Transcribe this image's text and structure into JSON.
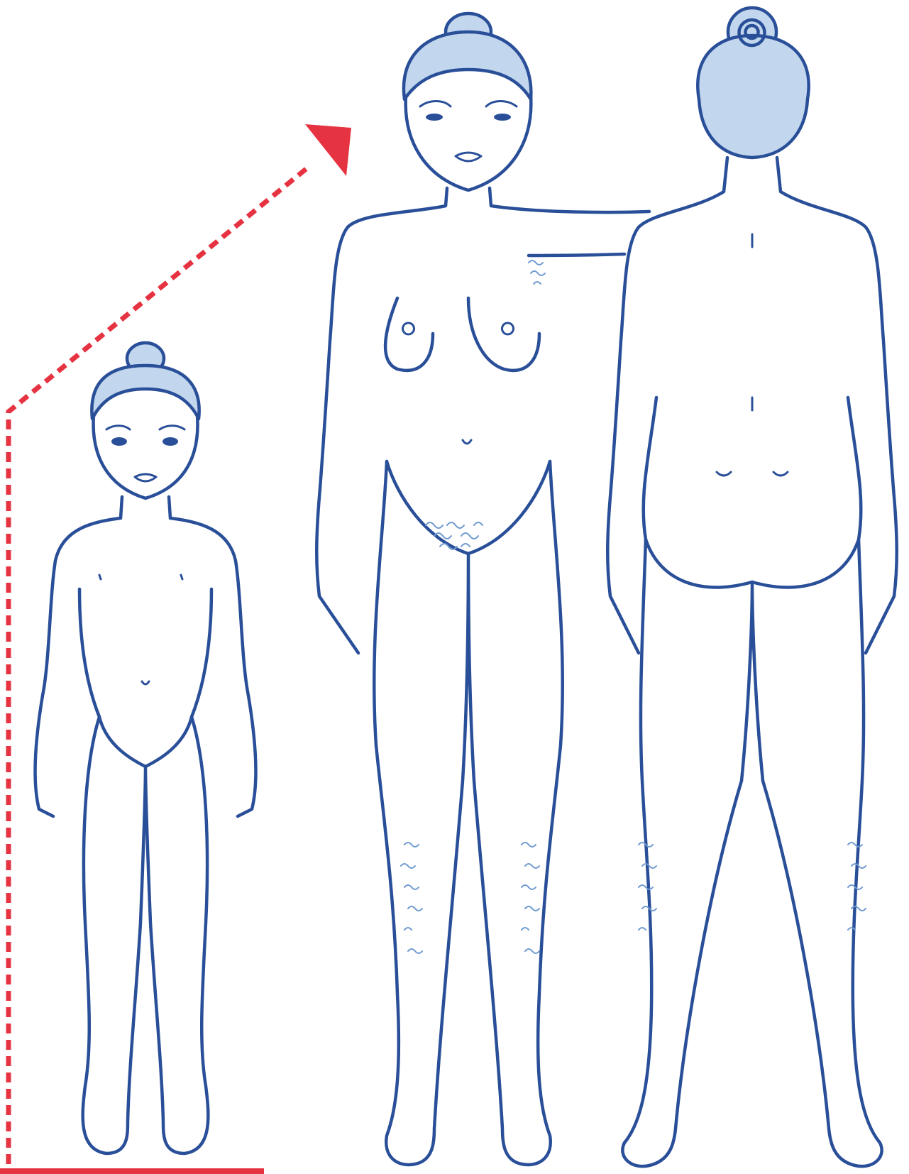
{
  "colors": {
    "line": "#2a4f99",
    "hair": "#c2d7ee",
    "curl": "#6f9ad0",
    "accent": "#e63341",
    "background": "#ffffff"
  },
  "figures": [
    {
      "name": "child-front-figure"
    },
    {
      "name": "adult-front-figure"
    },
    {
      "name": "adult-back-figure"
    }
  ],
  "growth_arrow": {
    "color": "#e63341",
    "style": "dashed"
  }
}
